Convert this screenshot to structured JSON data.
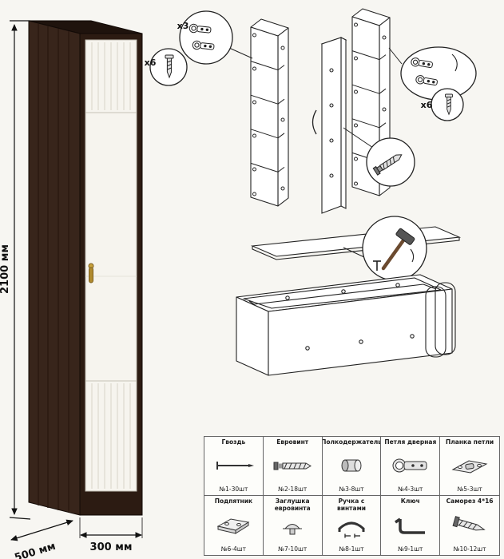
{
  "dimensions": {
    "height_label": "2100 мм",
    "depth_label": "500 мм",
    "width_label": "300 мм"
  },
  "callouts": {
    "hinges_count": "x3",
    "screws_top_count": "x6",
    "screws_right_count": "x6"
  },
  "parts": [
    {
      "name": "Гвоздь",
      "qty": "№1-30шт",
      "icon": "nail-icon"
    },
    {
      "name": "Евровинт",
      "qty": "№2-18шт",
      "icon": "euroscrew-icon"
    },
    {
      "name": "Полкодержатель",
      "qty": "№3-8шт",
      "icon": "shelf-pin-icon"
    },
    {
      "name": "Петля дверная",
      "qty": "№4-3шт",
      "icon": "door-hinge-icon"
    },
    {
      "name": "Планка петли",
      "qty": "№5-3шт",
      "icon": "hinge-plate-icon"
    },
    {
      "name": "Подпятник",
      "qty": "№6-4шт",
      "icon": "glide-foot-icon"
    },
    {
      "name": "Заглушка евровинта",
      "qty": "№7-10шт",
      "icon": "screw-cap-icon"
    },
    {
      "name": "Ручка с винтами",
      "qty": "№8-1шт",
      "icon": "handle-icon"
    },
    {
      "name": "Ключ",
      "qty": "№9-1шт",
      "icon": "hex-key-icon"
    },
    {
      "name": "Саморез 4*16",
      "qty": "№10-12шт",
      "icon": "screw-icon"
    }
  ],
  "colors": {
    "wood_dark": "#2c1b12",
    "wood_side": "#38251b",
    "door_white": "#f6f4ee",
    "handle_gold": "#b08a2e"
  }
}
